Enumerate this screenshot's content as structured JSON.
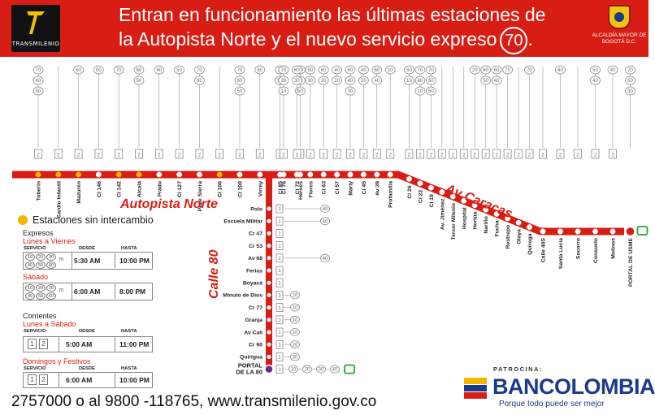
{
  "header": {
    "logo_text": "TRANSMILENIO",
    "line1": "Entran en funcionamiento las últimas estaciones de",
    "line2": "la Autopista Norte y el nuevo servicio expreso",
    "badge": "70",
    "line2_end": ".",
    "alcaldia": "ALCALDÍA MAYOR DE BOGOTÁ D.C."
  },
  "autopista_norte": {
    "title": "Autopista Norte",
    "stations": [
      {
        "name": "Toberín",
        "dot": "yellow",
        "routes": [
          "70",
          "60",
          "50"
        ]
      },
      {
        "name": "Cardio Infantil",
        "dot": "yellow",
        "routes": []
      },
      {
        "name": "Mazurén",
        "dot": "yellow",
        "routes": [
          "60"
        ]
      },
      {
        "name": "Cl 146",
        "dot": "white",
        "routes": [
          "50"
        ]
      },
      {
        "name": "Cl 142",
        "dot": "yellow",
        "routes": [
          "70"
        ]
      },
      {
        "name": "Alcalá",
        "dot": "yellow",
        "routes": [
          "60",
          "50"
        ]
      },
      {
        "name": "Prado",
        "dot": "white",
        "routes": [
          "60"
        ]
      },
      {
        "name": "Cl 127",
        "dot": "white",
        "routes": [
          "50"
        ]
      },
      {
        "name": "Pepe Sierra",
        "dot": "white",
        "routes": [
          "70",
          "60"
        ]
      },
      {
        "name": "Cl 106",
        "dot": "yellow",
        "routes": []
      },
      {
        "name": "Cl 100",
        "dot": "white",
        "routes": [
          "70",
          "60",
          "50"
        ]
      },
      {
        "name": "Virrey",
        "dot": "white",
        "routes": [
          "60"
        ]
      },
      {
        "name": "Cl 85",
        "dot": "white",
        "routes": [
          "70",
          "50"
        ]
      },
      {
        "name": "Héroes",
        "dot": "white",
        "routes": [
          "70",
          "60",
          "50"
        ]
      }
    ]
  },
  "caracas": {
    "title": "Av Caracas",
    "stations": [
      {
        "name": "Cl 76",
        "dot": "white",
        "routes": [
          "70",
          "30",
          "10"
        ]
      },
      {
        "name": "Cl 72",
        "dot": "white",
        "routes": [
          "60",
          "30"
        ]
      },
      {
        "name": "Flores",
        "dot": "white",
        "routes": [
          "50",
          "30"
        ]
      },
      {
        "name": "Cl 63",
        "dot": "white",
        "routes": [
          "60",
          "20"
        ]
      },
      {
        "name": "Cl 57",
        "dot": "white",
        "routes": [
          "40",
          "20"
        ]
      },
      {
        "name": "Marly",
        "dot": "white",
        "routes": [
          "60",
          "40",
          "30"
        ]
      },
      {
        "name": "Cl 45",
        "dot": "white",
        "routes": [
          "40",
          "20"
        ]
      },
      {
        "name": "Av 39",
        "dot": "white",
        "routes": [
          "60",
          "40"
        ]
      },
      {
        "name": "Profamilia",
        "dot": "white",
        "routes": [
          "10"
        ]
      },
      {
        "name": "Cl 26",
        "dot": "white",
        "routes": [
          "50",
          "10"
        ]
      },
      {
        "name": "Cl 22",
        "dot": "white",
        "routes": [
          "70",
          "60",
          "10"
        ]
      },
      {
        "name": "Cl 19",
        "dot": "white",
        "routes": [
          "70",
          "60",
          "50"
        ]
      },
      {
        "name": "Av. Jiménez",
        "dot": "white",
        "routes": []
      },
      {
        "name": "Tercer Milenio",
        "dot": "white",
        "routes": []
      },
      {
        "name": "Hospital",
        "dot": "white",
        "routes": []
      },
      {
        "name": "Hortúa",
        "dot": "white",
        "routes": [
          "20"
        ]
      },
      {
        "name": "Nariño",
        "dot": "white",
        "routes": [
          "60",
          "50"
        ]
      },
      {
        "name": "Fucha",
        "dot": "white",
        "routes": [
          "60",
          "40"
        ]
      },
      {
        "name": "Restrepo",
        "dot": "white",
        "routes": [
          "70"
        ]
      },
      {
        "name": "Olaya",
        "dot": "white",
        "routes": []
      },
      {
        "name": "Quiroga",
        "dot": "white",
        "routes": [
          "70"
        ]
      },
      {
        "name": "Calle 40S",
        "dot": "white",
        "routes": []
      },
      {
        "name": "Santa Lucía",
        "dot": "white",
        "routes": [
          "40"
        ]
      },
      {
        "name": "Socorro",
        "dot": "white",
        "routes": []
      },
      {
        "name": "Consuelo",
        "dot": "white",
        "routes": [
          "50",
          "40"
        ]
      },
      {
        "name": "Molinos",
        "dot": "white",
        "routes": [
          "40"
        ]
      },
      {
        "name": "PORTAL DE USME",
        "dot": "portal",
        "routes": [
          "70",
          "50",
          "30"
        ]
      }
    ]
  },
  "calle80": {
    "title": "Calle 80",
    "stations": [
      {
        "name": "Polo",
        "squares": "1",
        "routes": [
          "40"
        ]
      },
      {
        "name": "Escuela Militar",
        "squares": "1",
        "routes": [
          "40"
        ]
      },
      {
        "name": "Cr 47",
        "squares": "1",
        "routes": []
      },
      {
        "name": "Cr 53",
        "squares": "1",
        "routes": []
      },
      {
        "name": "Av 68",
        "squares": "1",
        "routes": [
          "40"
        ]
      },
      {
        "name": "Ferias",
        "squares": "1",
        "routes": []
      },
      {
        "name": "Boyacá",
        "squares": "1",
        "routes": []
      },
      {
        "name": "Minuto de Dios",
        "squares": "1",
        "routes": [
          "20"
        ]
      },
      {
        "name": "Cr 77",
        "squares": "1",
        "routes": [
          "10"
        ]
      },
      {
        "name": "Granja",
        "squares": "1",
        "routes": [
          "10"
        ]
      },
      {
        "name": "Av Cali",
        "squares": "1",
        "routes": [
          "10"
        ]
      },
      {
        "name": "Cr 90",
        "squares": "1",
        "routes": [
          "20"
        ]
      },
      {
        "name": "Quirigua",
        "squares": "1",
        "routes": [
          "30"
        ]
      },
      {
        "name": "PORTAL DE LA 80",
        "squares": "1",
        "routes": [
          "10",
          "20",
          "30",
          "40"
        ]
      }
    ]
  },
  "legend": {
    "no_transfer": "Estaciones sin intercambio",
    "expresos": "Expresos",
    "weekdays": "Lunes a Viernes",
    "col_servicio": "SERVICIO",
    "col_desde": "DESDE",
    "col_hasta": "HASTA",
    "exp_weekday": {
      "routes_top": [
        "10",
        "20",
        "30"
      ],
      "routes_bottom": [
        "40",
        "50",
        "60"
      ],
      "extra": "70",
      "from": "5:30 AM",
      "to": "10:00 PM"
    },
    "saturday": "Sábado",
    "exp_saturday": {
      "routes_top": [
        "10",
        "20",
        "30"
      ],
      "routes_bottom": [
        "40",
        "50",
        "60"
      ],
      "extra": "70",
      "from": "6:00 AM",
      "to": "8:00 PM"
    },
    "corrientes": "Corrientes",
    "mon_sat": "Lunes a Sábado",
    "corr_monsat": {
      "routes": [
        "1",
        "2"
      ],
      "from": "5:00 AM",
      "to": "11:00 PM"
    },
    "sundays": "Domingos y Festivos",
    "corr_sun": {
      "routes": [
        "1",
        "2"
      ],
      "from": "6:00 AM",
      "to": "10:00 PM"
    }
  },
  "footer": {
    "phone": "2757000 o al 9800 -118765, www.transmilenio.gov.co",
    "patrocina": "PATROCINA:",
    "sponsor": "BANCOLOMBIA",
    "slogan": "Porque todo puede ser mejor"
  },
  "colors": {
    "red": "#d81e14",
    "yellow": "#f3b700",
    "green": "#2aa532",
    "purple": "#6a2a8a",
    "blue": "#1b3a8a"
  }
}
